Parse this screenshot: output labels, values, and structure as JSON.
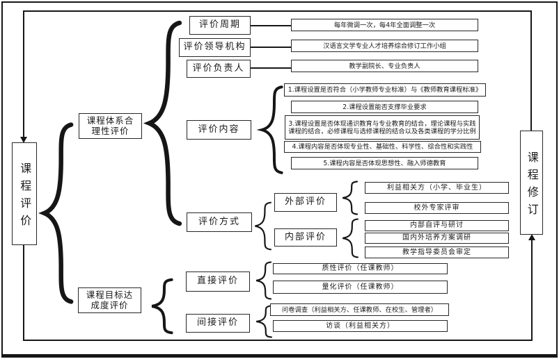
{
  "colors": {
    "ink": "#1a1a1a",
    "paper": "#ffffff"
  },
  "nodes": {
    "root": "课程评价",
    "revision": "课程修订",
    "system": {
      "line1": "课程体系合",
      "line2": "理性评价"
    },
    "goal": {
      "line1": "课程目标达",
      "line2": "成度评价"
    }
  },
  "admin": {
    "period": {
      "label": "评价周期",
      "value": "每年微调一次，每4年全面调整一次"
    },
    "leader": {
      "label": "评价领导机构",
      "value": "汉语言文学专业人才培养综合修订工作小组"
    },
    "manager": {
      "label": "评价负责人",
      "value": "教学副院长、专业负责人"
    }
  },
  "content": {
    "label": "评价内容",
    "items": [
      "1.课程设置是否符合（小学教师专业标准）与《教师教育课程标准》",
      "2.课程设置能否支撑毕业要求",
      "3.课程设置是否体现通识教育与专业教育的结合，理论课程与实践课程的结合，必修课程与选修课程的结合以及各类课程的学分比例",
      "4.课程内容是否体现专业性、基础性、科学性、综合性和实践性",
      "5.课程内容是否体现思想性、融入师德教育"
    ]
  },
  "method": {
    "label": "评价方式",
    "external": {
      "label": "外部评价",
      "items": [
        "利益相关方（小学、毕业生）",
        "校外专家评审"
      ]
    },
    "internal": {
      "label": "内部评价",
      "items": [
        "内部自评与研讨",
        "国内外培养方案调研",
        "教学指导委员会审定"
      ]
    }
  },
  "achievement": {
    "direct": {
      "label": "直接评价",
      "items": [
        "质性评价（任课教师）",
        "量化评价（任课教师）"
      ]
    },
    "indirect": {
      "label": "间接评价",
      "items": [
        "问卷调查（利益相关方、任课教师、在校生、管理者）",
        "访谈（利益相关方）"
      ]
    }
  }
}
